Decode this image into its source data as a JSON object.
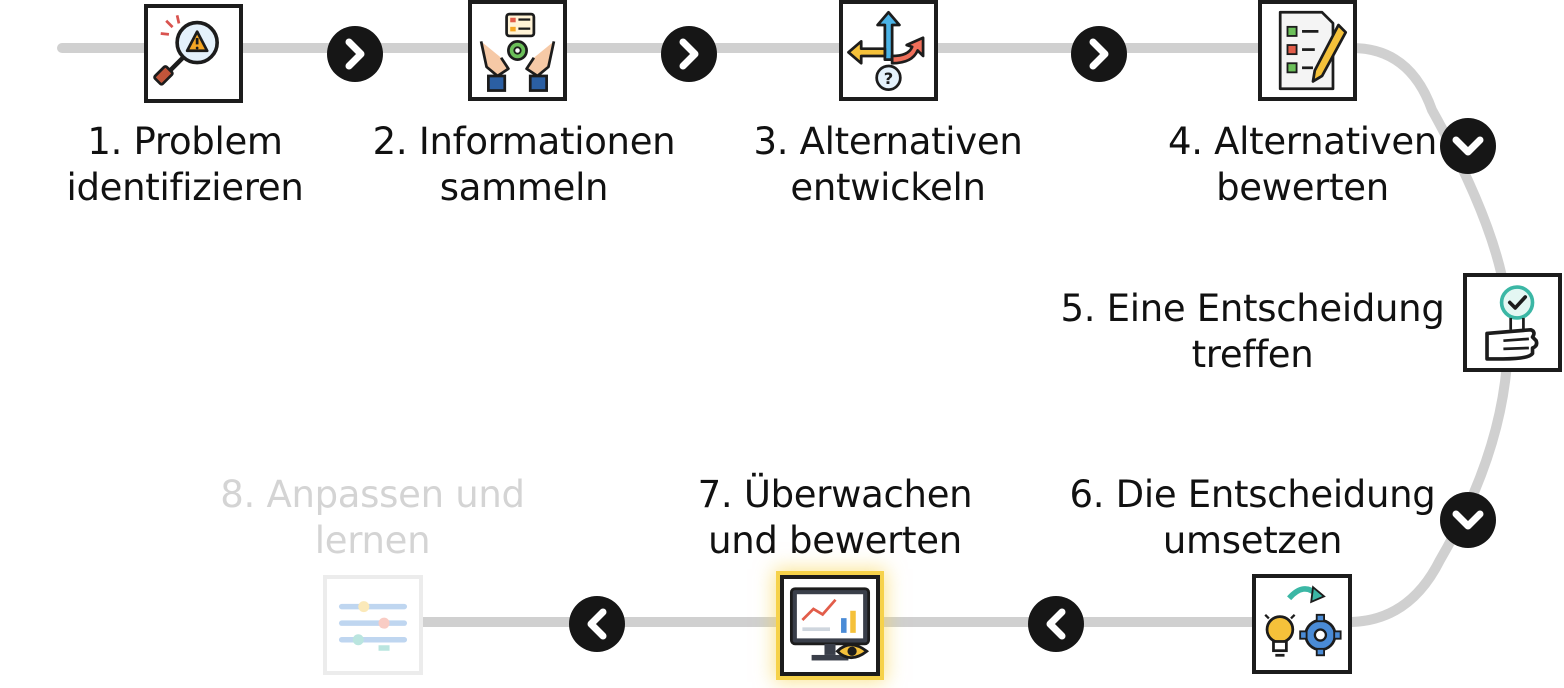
{
  "colors": {
    "track": "#d0d0d0",
    "arrow_fill": "#161616",
    "text": "#111111",
    "faded_text": "#d4d4d4",
    "highlight": "#f6d24a"
  },
  "steps": [
    {
      "line1": "1. Problem",
      "line2": "identifizieren",
      "icon": "magnifier-warning-icon"
    },
    {
      "line1": "2. Informationen",
      "line2": "sammeln",
      "icon": "hands-gear-list-icon"
    },
    {
      "line1": "3. Alternativen",
      "line2": "entwickeln",
      "icon": "branching-arrows-question-icon"
    },
    {
      "line1": "4. Alternativen",
      "line2": "bewerten",
      "icon": "checklist-pencil-icon"
    },
    {
      "line1": "5. Eine Entscheidung",
      "line2": "treffen",
      "icon": "hand-checkmark-sign-icon"
    },
    {
      "line1": "6. Die Entscheidung",
      "line2": "umsetzen",
      "icon": "lightbulb-gear-icon"
    },
    {
      "line1": "7. Überwachen",
      "line2": "und bewerten",
      "icon": "monitor-chart-eye-icon",
      "state": "highlighted"
    },
    {
      "line1": "8. Anpassen und",
      "line2": "lernen",
      "icon": "adjust-sliders-icon",
      "state": "faded"
    }
  ],
  "connectors": [
    "chevron-right",
    "chevron-right",
    "chevron-right",
    "chevron-down",
    "chevron-down",
    "chevron-left",
    "chevron-left"
  ]
}
